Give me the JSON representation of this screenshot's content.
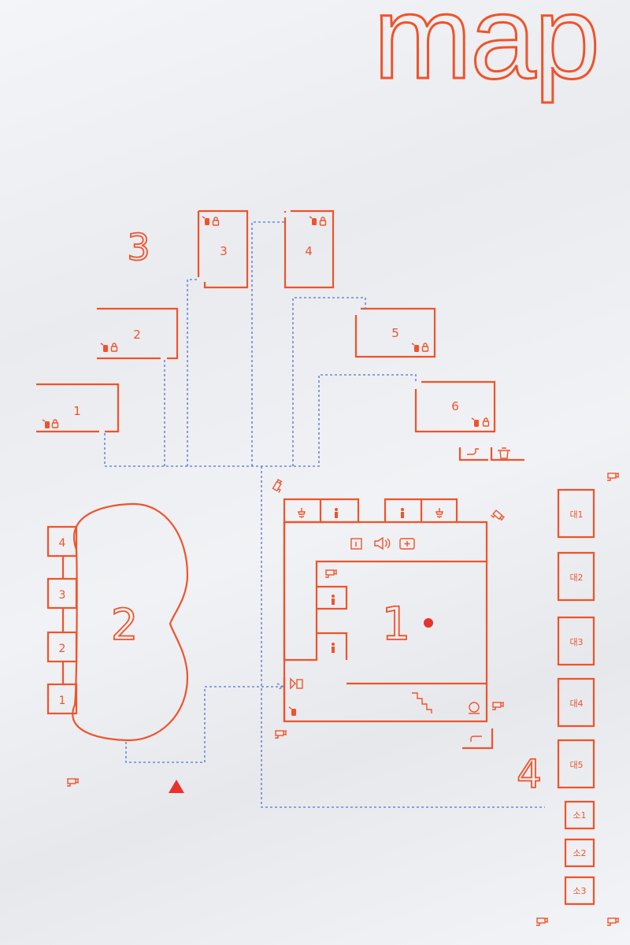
{
  "title": "map",
  "zones": {
    "zone1": "1",
    "zone2": "2",
    "zone3": "3",
    "zone4": "4"
  },
  "zone3_buildings": [
    "1",
    "2",
    "3",
    "4",
    "5",
    "6"
  ],
  "zone2_rooms": [
    "4",
    "3",
    "2",
    "1"
  ],
  "zone4_large": [
    "대1",
    "대2",
    "대3",
    "대4",
    "대5"
  ],
  "zone4_small": [
    "소1",
    "소2",
    "소3"
  ],
  "colors": {
    "accent": "#f0532a",
    "path": "#6f86d6",
    "marker": "#e8322a"
  },
  "icons": [
    "fire-extinguisher-icon",
    "lock-icon",
    "cctv-icon",
    "shower-icon",
    "toilet-icon",
    "info-icon",
    "speaker-icon",
    "first-aid-icon",
    "stairs-icon",
    "alarm-icon",
    "faucet-icon",
    "trash-icon",
    "current-location-marker"
  ]
}
